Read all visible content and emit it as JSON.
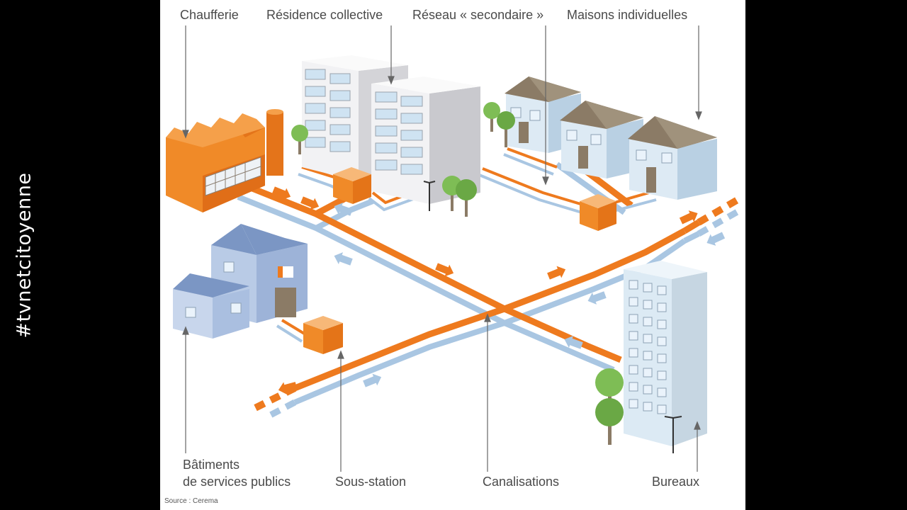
{
  "sidebar": {
    "hashtag": "#tvnetcitoyenne"
  },
  "labels": {
    "chaufferie": "Chaufferie",
    "residence": "Résidence collective",
    "reseau_secondaire": "Réseau « secondaire »",
    "maisons": "Maisons individuelles",
    "batiments_line1": "Bâtiments",
    "batiments_line2": "de services publics",
    "sous_station": "Sous-station",
    "canalisations": "Canalisations",
    "bureaux": "Bureaux"
  },
  "source": "Source : Cerema",
  "colors": {
    "hot_pipe": "#ee7a1e",
    "cold_pipe": "#a9c6e2",
    "substation": "#f0902c",
    "building_grey": "#e9e9ec",
    "house_wall": "#d6e6f2",
    "roof": "#8b7b66",
    "public_building": "#9db3d8",
    "tree": "#7ebd55"
  }
}
